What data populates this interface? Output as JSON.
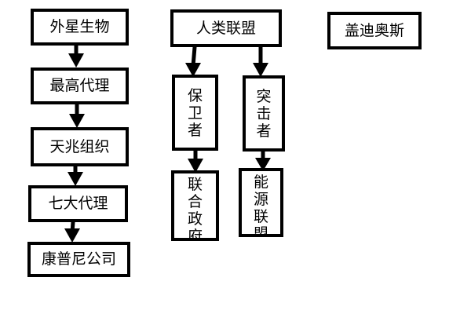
{
  "nodes": {
    "aliens": "外星生物",
    "supreme_agent": "最高代理",
    "tianzhao_org": "天兆组织",
    "seven_agents": "七大代理",
    "compnie_company": "康普尼公司",
    "human_alliance": "人类联盟",
    "defenders": "保卫者",
    "assaulters": "突击者",
    "coalition_government": "联合政府",
    "energy_alliance": "能源联盟",
    "gaidiaos": "盖迪奥斯"
  }
}
